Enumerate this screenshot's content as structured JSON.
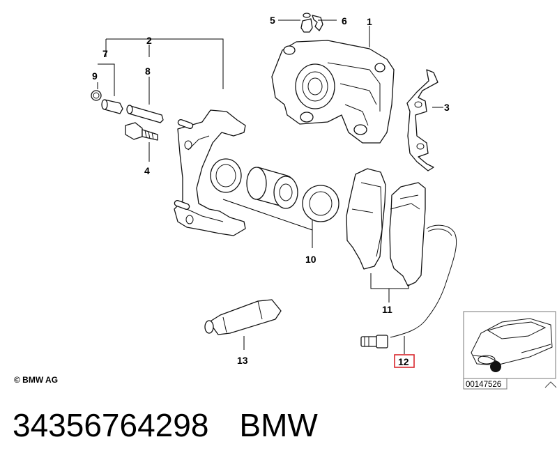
{
  "callouts": {
    "c1": "1",
    "c2": "2",
    "c3": "3",
    "c4": "4",
    "c5": "5",
    "c6": "6",
    "c7": "7",
    "c8": "8",
    "c9": "9",
    "c10": "10",
    "c11": "11",
    "c12": "12",
    "c13": "13"
  },
  "highlighted_callout": "12",
  "copyright": "© BMW AG",
  "thumbnail": {
    "code": "00147526"
  },
  "footer": {
    "part_number": "34356764298",
    "brand": "BMW"
  },
  "colors": {
    "highlight": "#d8262c",
    "lines": "#111111",
    "background": "#ffffff"
  }
}
